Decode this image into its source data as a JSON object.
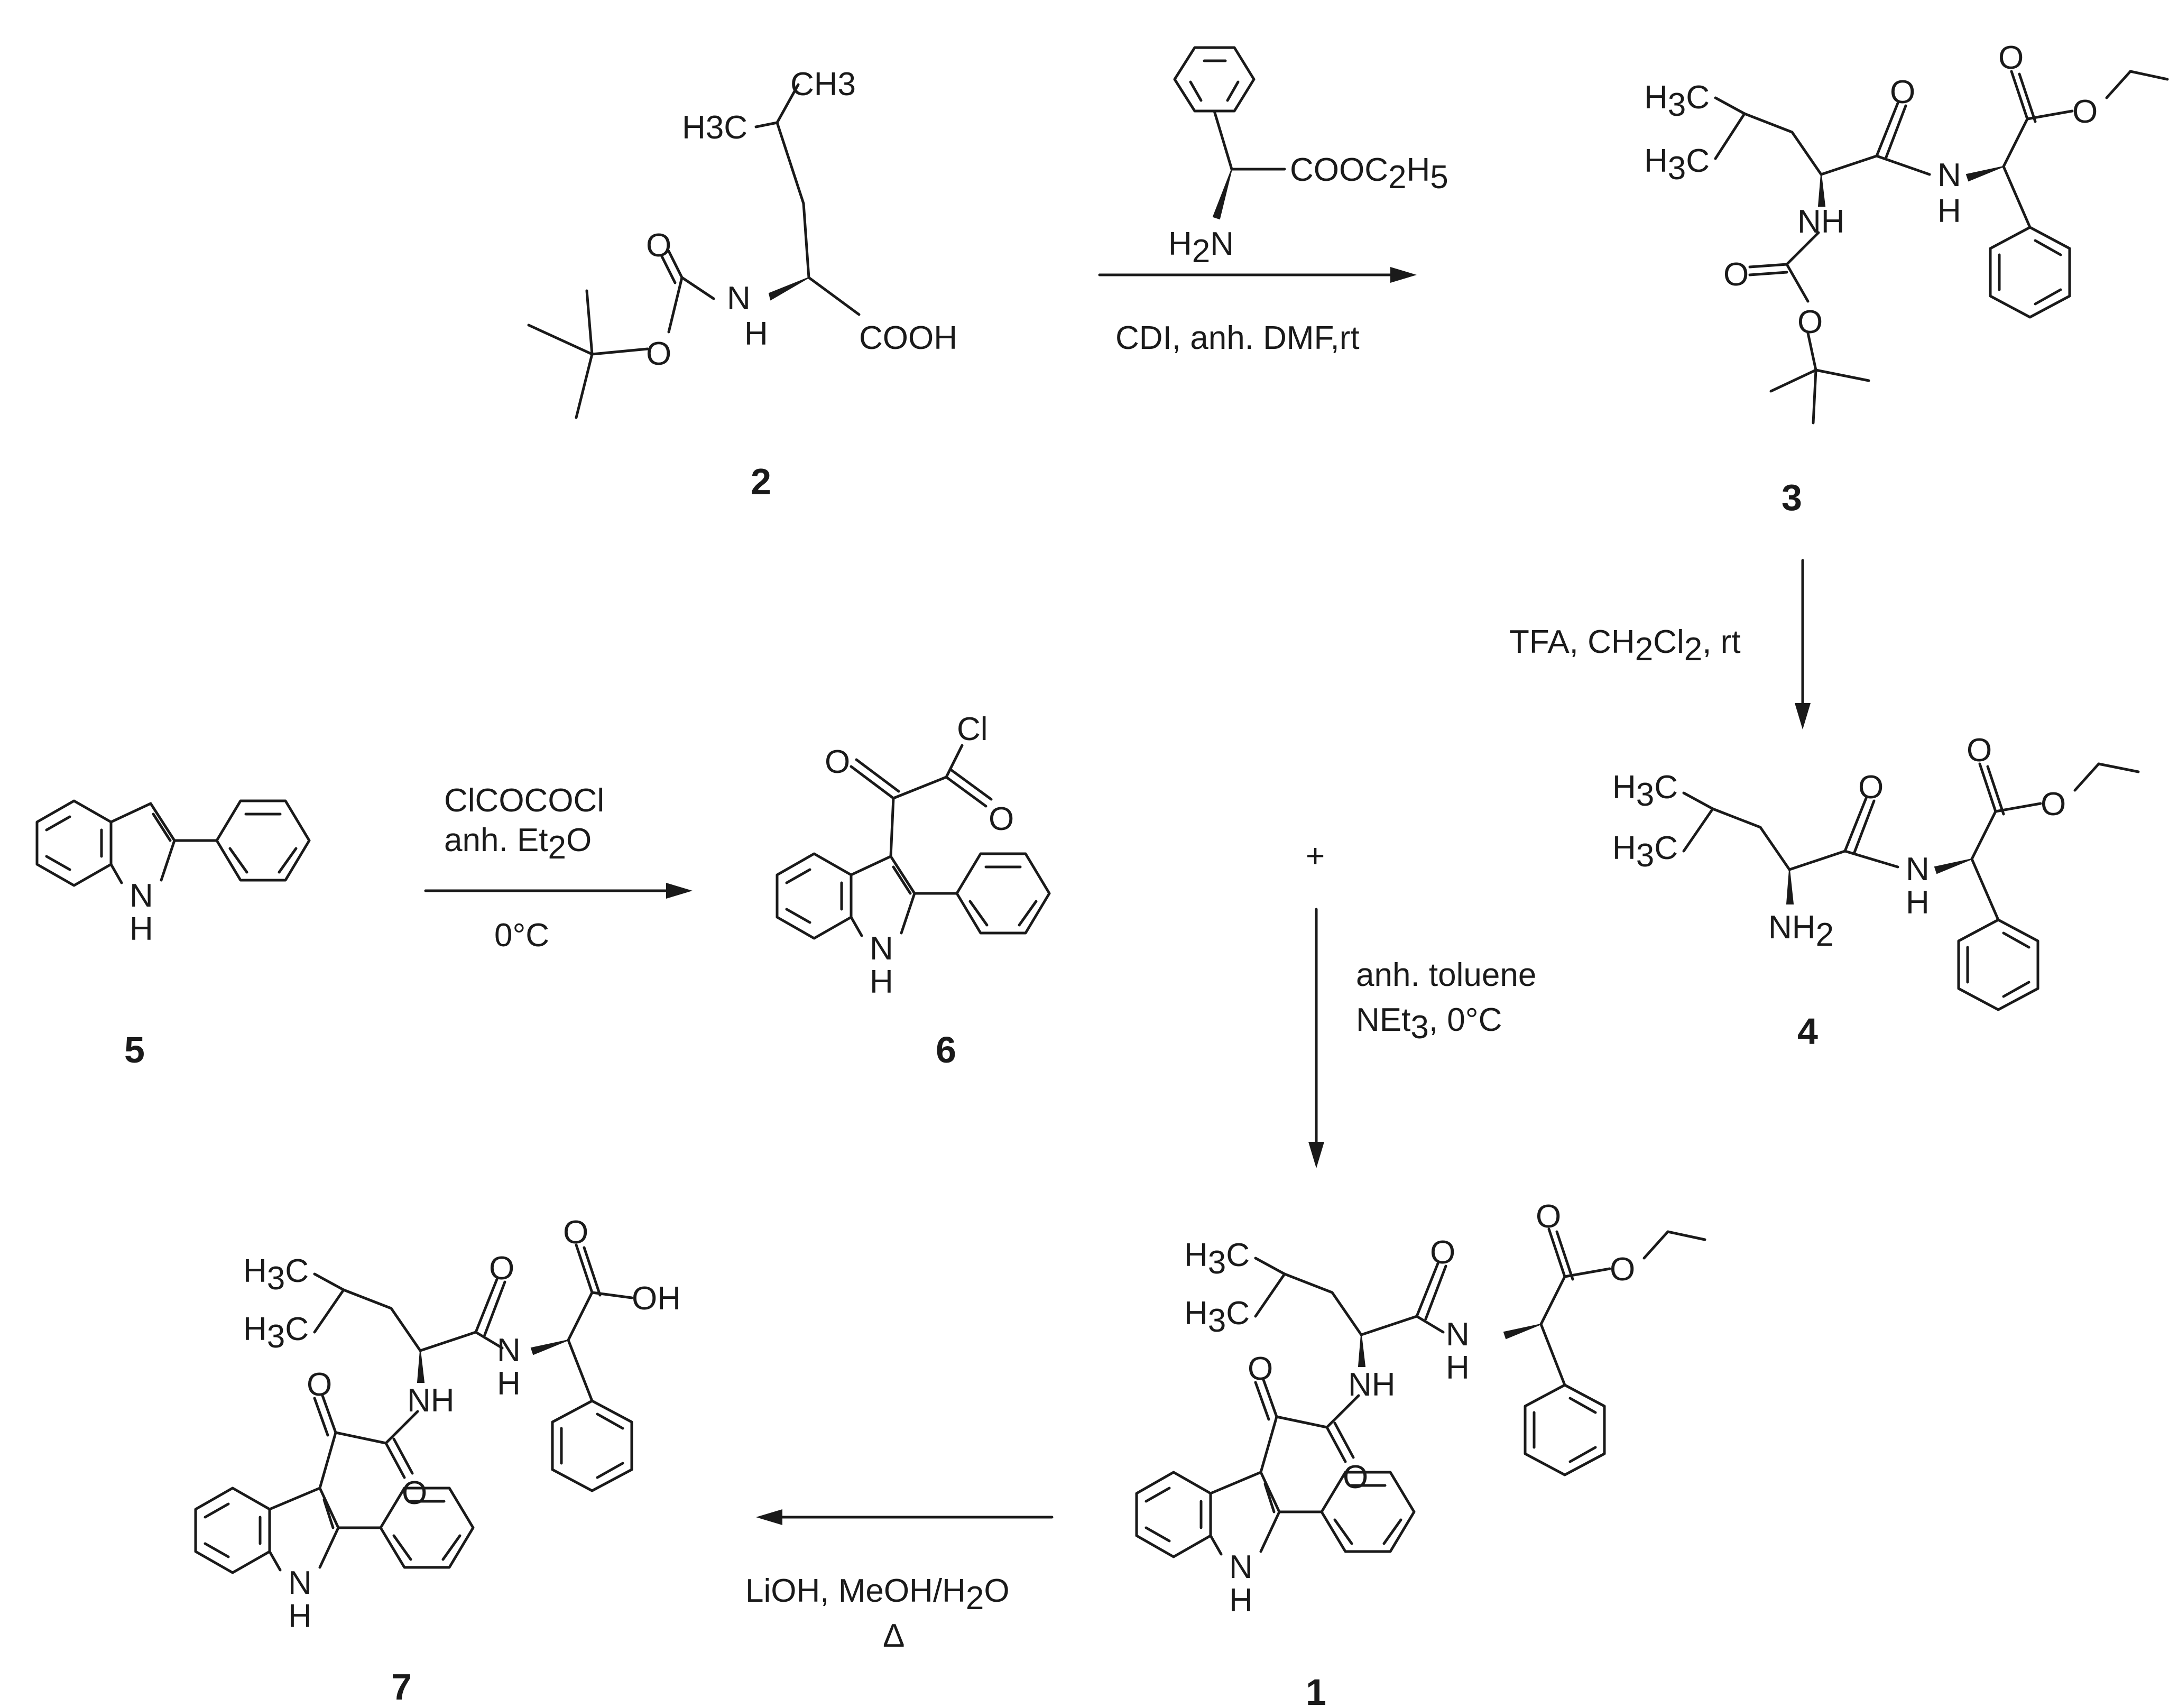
{
  "compounds": {
    "c2": {
      "number": "2",
      "ch3": "CH3",
      "h3c": "H3C",
      "o": "O",
      "n": "N",
      "h": "H",
      "o_ether": "O",
      "cooh": "COOH"
    },
    "c3": {
      "number": "3",
      "h3c_a": "H3C",
      "h3c_b": "H3C",
      "o_amide": "O",
      "nh": "NH",
      "o_carb": "O",
      "o_ether": "O",
      "n": "N",
      "h": "H",
      "o_ester": "O",
      "o_ester2": "O"
    },
    "c4": {
      "number": "4",
      "h3c_a": "H3C",
      "h3c_b": "H3C",
      "o_amide": "O",
      "nh2": "NH2",
      "n": "N",
      "h": "H",
      "o_ester": "O",
      "o_ester2": "O"
    },
    "c5": {
      "number": "5",
      "n": "N",
      "h": "H"
    },
    "c6": {
      "number": "6",
      "cl": "Cl",
      "o_a": "O",
      "o_b": "O",
      "n": "N",
      "h": "H"
    },
    "c1": {
      "number": "1",
      "h3c_a": "H3C",
      "h3c_b": "H3C",
      "o_amide": "O",
      "nh": "NH",
      "o_keto": "O",
      "o_oxamide": "O",
      "n": "N",
      "h": "H",
      "o_ester": "O",
      "o_ester2": "O",
      "ind_n": "N",
      "ind_h": "H"
    },
    "c7": {
      "number": "7",
      "h3c_a": "H3C",
      "h3c_b": "H3C",
      "o_amide": "O",
      "nh": "NH",
      "o_keto": "O",
      "o_oxamide": "O",
      "n": "N",
      "h": "H",
      "o_acid": "O",
      "oh": "OH",
      "ind_n": "N",
      "ind_h": "H"
    }
  },
  "reagents": {
    "phe_ester": {
      "cooet": "COOC2H5",
      "h2n": "H2N"
    },
    "step1": "CDI, anh. DMF,rt",
    "step2": "TFA, CH2Cl2, rt",
    "step3_l1": "ClCOCOCl",
    "step3_l2": "anh. Et2O",
    "step3_l3": "0°C",
    "plus": "+",
    "step4_l1": "anh. toluene",
    "step4_l2": "NEt3, 0°C",
    "step5_l1": "LiOH, MeOH/H2O",
    "step5_l2": "Δ"
  }
}
